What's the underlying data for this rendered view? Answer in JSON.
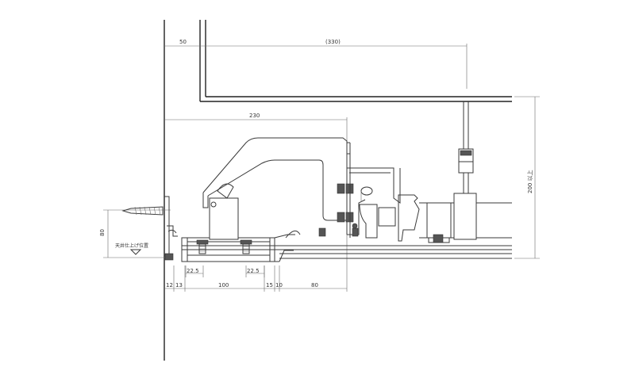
{
  "dimensions": {
    "top_left": "50",
    "top_right": "(330)",
    "width_230": "230",
    "height_80": "80",
    "height_200": "200 以上",
    "bottom_12": "12",
    "bottom_13": "13",
    "bottom_100": "100",
    "bottom_15": "15",
    "bottom_10": "10",
    "bottom_80": "80",
    "offset_left": "22.5",
    "offset_right": "22.5"
  },
  "labels": {
    "ceiling_finish": "天井仕上げ位置"
  }
}
